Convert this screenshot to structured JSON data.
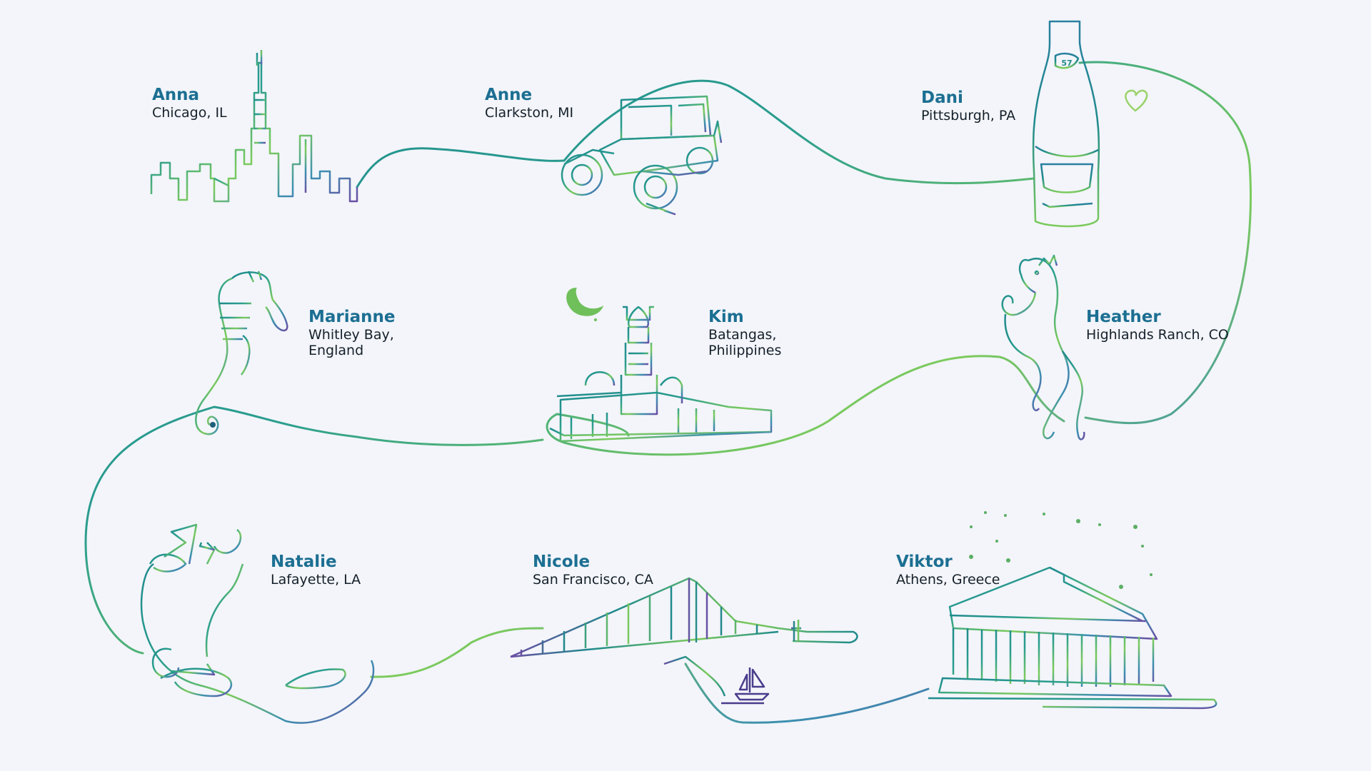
{
  "stops": [
    {
      "name": "Anna",
      "place": "Chicago, IL",
      "icon": "chicago-skyline-icon"
    },
    {
      "name": "Anne",
      "place": "Clarkston, MI",
      "icon": "vintage-car-icon"
    },
    {
      "name": "Dani",
      "place": "Pittsburgh, PA",
      "icon": "ketchup-bottle-icon"
    },
    {
      "name": "Marianne",
      "place_lines": [
        "Whitley Bay,",
        "England"
      ],
      "icon": "seahorse-icon"
    },
    {
      "name": "Kim",
      "place_lines": [
        "Batangas,",
        "Philippines"
      ],
      "icon": "church-icon"
    },
    {
      "name": "Heather",
      "place": "Highlands Ranch, CO",
      "icon": "rearing-horse-icon"
    },
    {
      "name": "Natalie",
      "place": "Lafayette, LA",
      "icon": "mardi-gras-mask-icon"
    },
    {
      "name": "Nicole",
      "place": "San Francisco, CA",
      "icon": "golden-gate-bridge-icon"
    },
    {
      "name": "Viktor",
      "place": "Athens, Greece",
      "icon": "parthenon-icon"
    }
  ],
  "bottle_label": "57",
  "colors": {
    "background": "#f3f5fa",
    "name": "#1c6f92",
    "place": "#15202a",
    "line_teal": "#1f8a8c",
    "line_green": "#7dcb5c",
    "line_purple": "#6a4fa3"
  }
}
